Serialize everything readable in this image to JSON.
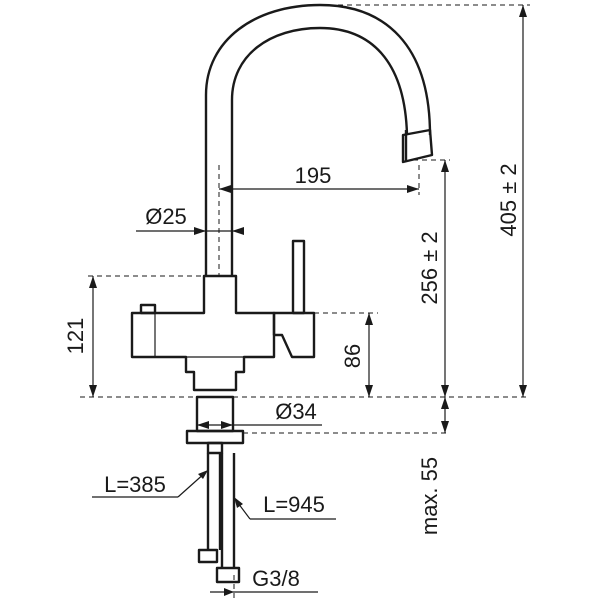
{
  "dimensions": {
    "total_height": "405 ± 2",
    "spout_height": "256 ± 2",
    "spout_reach": "195",
    "tube_diameter": "Ø25",
    "body_height": "121",
    "handle_height": "86",
    "base_diameter": "Ø34",
    "shank_length": "max. 55",
    "hose_short": "L=385",
    "hose_long": "L=945",
    "thread": "G3/8"
  }
}
